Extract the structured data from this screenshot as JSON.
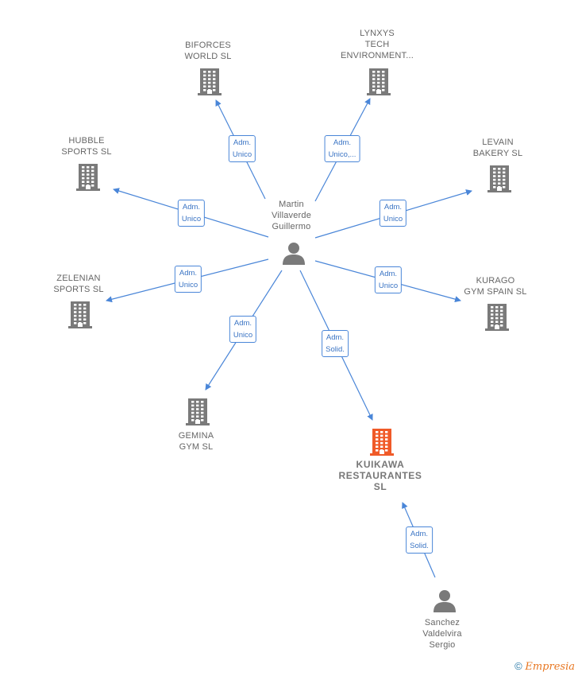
{
  "colors": {
    "edge": "#4a86d8",
    "building": "#7a7a7a",
    "building_highlight": "#f05a28",
    "person": "#7a7a7a"
  },
  "nodes": [
    {
      "id": "martin",
      "type": "person",
      "label": "Martin\nVillaverde\nGuillermo"
    },
    {
      "id": "biforces",
      "type": "company",
      "label": "BIFORCES\nWORLD  SL"
    },
    {
      "id": "lynxys",
      "type": "company",
      "label": "LYNXYS\nTECH\nENVIRONMENT..."
    },
    {
      "id": "hubble",
      "type": "company",
      "label": "HUBBLE\nSPORTS  SL"
    },
    {
      "id": "levain",
      "type": "company",
      "label": "LEVAIN\nBAKERY  SL"
    },
    {
      "id": "zelenian",
      "type": "company",
      "label": "ZELENIAN\nSPORTS  SL"
    },
    {
      "id": "kurago",
      "type": "company",
      "label": "KURAGO\nGYM SPAIN  SL"
    },
    {
      "id": "gemina",
      "type": "company",
      "label": "GEMINA\nGYM  SL"
    },
    {
      "id": "kuikawa",
      "type": "company",
      "label": "KUIKAWA\nRESTAURANTES\nSL",
      "highlight": true
    },
    {
      "id": "sanchez",
      "type": "person",
      "label": "Sanchez\nValdelvira\nSergio"
    }
  ],
  "edges": [
    {
      "from": "martin",
      "to": "biforces",
      "label": "Adm.\nUnico"
    },
    {
      "from": "martin",
      "to": "lynxys",
      "label": "Adm.\nUnico,..."
    },
    {
      "from": "martin",
      "to": "hubble",
      "label": "Adm.\nUnico"
    },
    {
      "from": "martin",
      "to": "levain",
      "label": "Adm.\nUnico"
    },
    {
      "from": "martin",
      "to": "zelenian",
      "label": "Adm.\nUnico"
    },
    {
      "from": "martin",
      "to": "kurago",
      "label": "Adm.\nUnico"
    },
    {
      "from": "martin",
      "to": "gemina",
      "label": "Adm.\nUnico"
    },
    {
      "from": "martin",
      "to": "kuikawa",
      "label": "Adm.\nSolid."
    },
    {
      "from": "sanchez",
      "to": "kuikawa",
      "label": "Adm.\nSolid."
    }
  ],
  "footer": {
    "copyright": "©",
    "brand": "Empresia"
  }
}
